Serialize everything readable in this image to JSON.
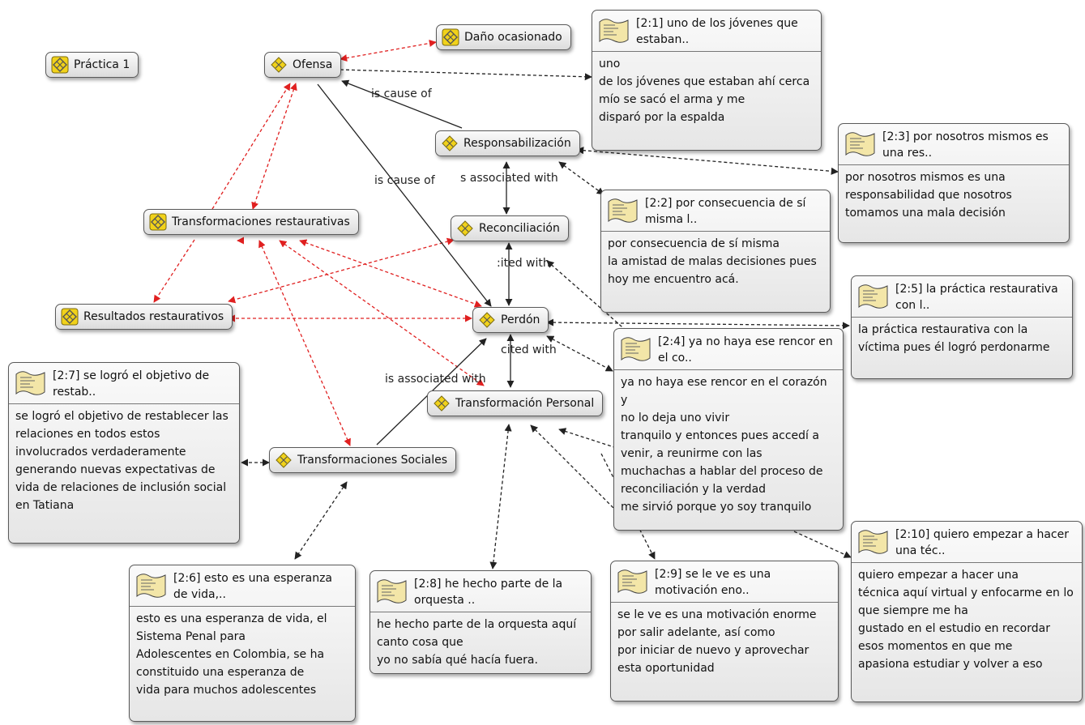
{
  "colors": {
    "edge_black": "#222222",
    "edge_red": "#e02020",
    "code_icon": "#f1d21a",
    "note_icon": "#f3e6a8"
  },
  "icons": {
    "code": "code-diamond-icon",
    "quotation": "quotation-note-icon"
  },
  "codes": {
    "practica": "Práctica 1",
    "ofensa": "Ofensa",
    "dano": "Daño ocasionado",
    "responsabilizacion": "Responsabilización",
    "reconciliacion": "Reconciliación",
    "perdon": "Perdón",
    "transf_restaurativas": "Transformaciones restaurativas",
    "resultados": "Resultados restaurativos",
    "transf_personal": "Transformación Personal",
    "transf_sociales": "Transformaciones Sociales"
  },
  "quotes": {
    "q21": {
      "head": "[2:1] uno de los jóvenes que estaban..",
      "body": "uno\nde los jóvenes que estaban ahí cerca\nmío se sacó el arma y me\ndisparó por la espalda"
    },
    "q23": {
      "head": "[2:3] por nosotros mismos es una res..",
      "body": "por nosotros mismos es una\nresponsabilidad que nosotros\ntomamos una mala decisión"
    },
    "q22": {
      "head": "[2:2] por consecuencia de sí misma l..",
      "body": "por consecuencia de sí misma\nla amistad de malas decisiones pues\nhoy me encuentro acá."
    },
    "q25": {
      "head": "[2:5] la práctica restaurativa con l..",
      "body": "la práctica restaurativa con la\nvíctima pues él logró perdonarme"
    },
    "q24": {
      "head": "[2:4] ya no haya ese rencor en el co..",
      "body": "ya no haya ese rencor en el corazón y\nno lo deja uno vivir\ntranquilo y entonces pues accedí a\nvenir, a reunirme con las\nmuchachas a hablar del proceso de\nreconciliación y la verdad\nme sirvió porque yo soy tranquilo"
    },
    "q27": {
      "head": "[2:7] se logró el objetivo de restab..",
      "body": "se logró el objetivo de restablecer las\nrelaciones en todos estos\ninvolucrados verdaderamente\ngenerando nuevas expectativas de\nvida de relaciones de inclusión social\nen Tatiana"
    },
    "q26": {
      "head": "[2:6] esto es una esperanza de vida,..",
      "body": "esto es una esperanza de vida, el\nSistema Penal para\nAdolescentes en Colombia, se ha\nconstituido una esperanza de\nvida para muchos adolescentes"
    },
    "q28": {
      "head": "[2:8] he hecho parte de la orquesta ..",
      "body": "he hecho parte de la orquesta aquí\ncanto cosa que\nyo no sabía qué hacía fuera."
    },
    "q29": {
      "head": "[2:9] se le ve es una motivación eno..",
      "body": "se le ve es una motivación enorme\npor salir adelante, así como\npor iniciar de nuevo y aprovechar\nesta oportunidad"
    },
    "q210": {
      "head": "[2:10] quiero empezar a hacer una téc..",
      "body": "quiero empezar a hacer una\ntécnica aquí virtual y enfocarme en lo\nque siempre me ha\ngustado en el estudio en recordar\nesos momentos en que me\napasiona estudiar y volver a eso"
    }
  },
  "edge_labels": {
    "l1": "is cause of",
    "l2": "is cause of",
    "l3": "s associated with",
    "l4": ":ited with",
    "l5": "cited with",
    "l6": "is associated with"
  }
}
